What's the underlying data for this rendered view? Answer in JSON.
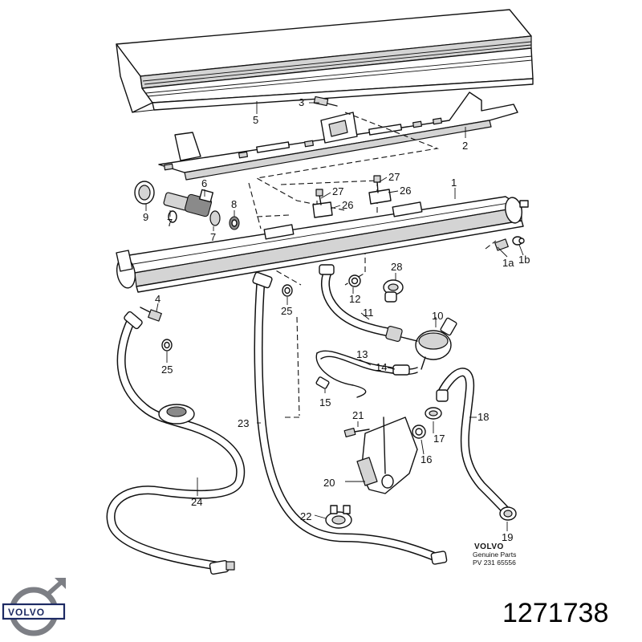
{
  "callouts": {
    "c1": "1",
    "c1a": "1a",
    "c1b": "1b",
    "c2": "2",
    "c3": "3",
    "c4": "4",
    "c5": "5",
    "c6": "6",
    "c7a": "7",
    "c7b": "7",
    "c8": "8",
    "c9": "9",
    "c10": "10",
    "c11": "11",
    "c12": "12",
    "c13": "13",
    "c14": "14",
    "c15": "15",
    "c16": "16",
    "c17": "17",
    "c18": "18",
    "c19": "19",
    "c20": "20",
    "c21": "21",
    "c22": "22",
    "c23": "23",
    "c24": "24",
    "c25a": "25",
    "c25b": "25",
    "c26a": "26",
    "c26b": "26",
    "c27a": "27",
    "c27b": "27",
    "c28": "28"
  },
  "diagram_stamp": {
    "brand": "VOLVO",
    "line1": "Genuine Parts",
    "line2": "PV 231 65556"
  },
  "logo": {
    "text": "VOLVO",
    "color": "#1d2a63"
  },
  "part_number": "1271738"
}
